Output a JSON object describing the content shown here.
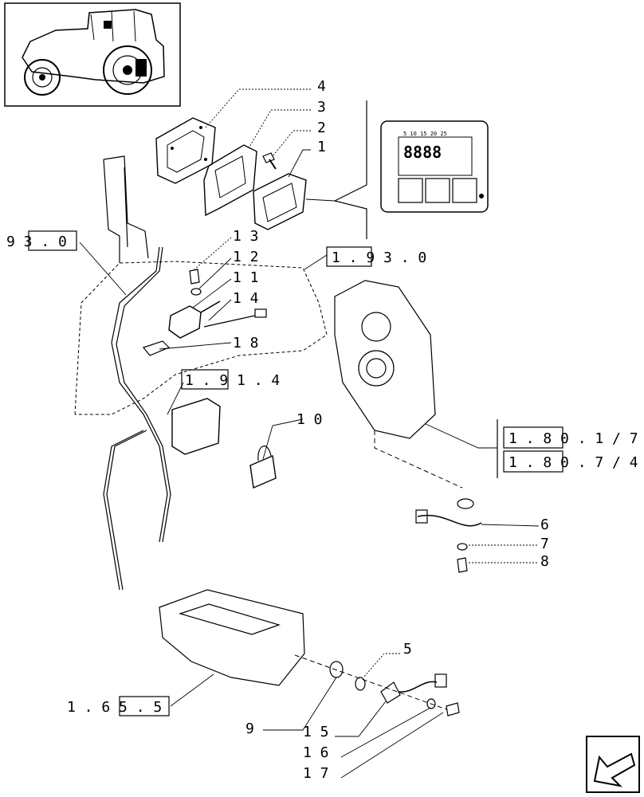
{
  "part_numbers": {
    "p1": "1",
    "p2": "2",
    "p3": "3",
    "p4": "4",
    "p5": "5",
    "p6": "6",
    "p7": "7",
    "p8": "8",
    "p9": "9",
    "p10": "1 0",
    "p11": "1 1",
    "p12": "1 2",
    "p13": "1 3",
    "p14": "1 4",
    "p15": "1 5",
    "p16": "1 6",
    "p17": "1 7",
    "p18": "1 8"
  },
  "references": {
    "r_93_0": "9 3 . 0",
    "r_1_93_0": "1 . 9 3 . 0",
    "r_1_91_4": "1 . 9 1 . 4",
    "r_1_80_1_7": "1 . 8 0 . 1 / 7",
    "r_1_80_7_4": "1 . 8 0 . 7 / 4",
    "r_1_65_5": "1 . 6 5 . 5"
  },
  "display": {
    "scale": "5   10  15  20  25",
    "digits": "8888"
  }
}
